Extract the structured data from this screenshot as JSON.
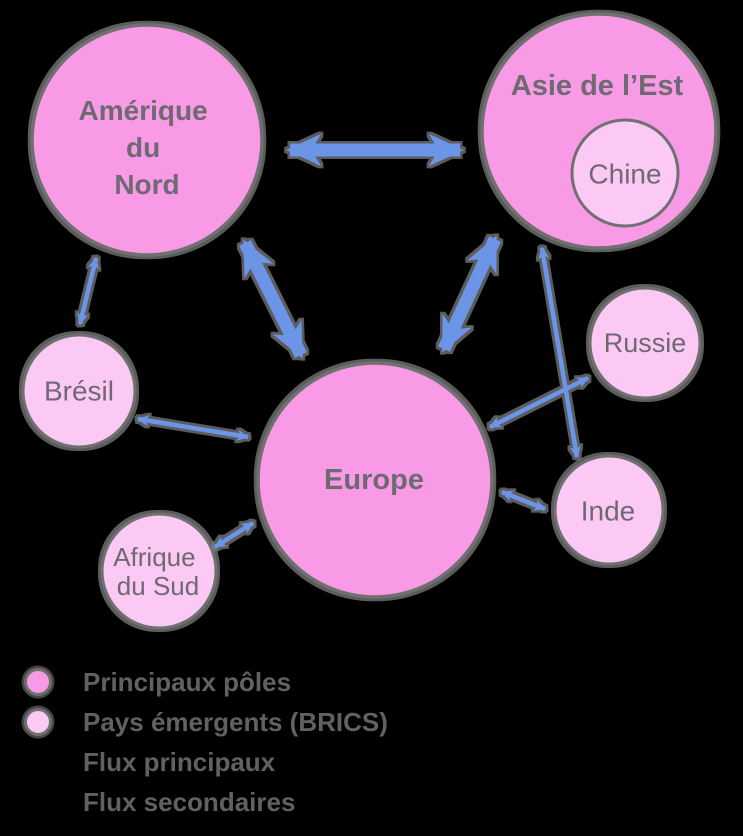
{
  "diagram": {
    "nodes": {
      "amerique_du_nord": {
        "label": "Amérique du Nord",
        "lines": [
          "Amérique",
          "du",
          "Nord"
        ],
        "category": "principal"
      },
      "asie_de_l_est": {
        "label": "Asie de l’Est",
        "category": "principal"
      },
      "chine": {
        "label": "Chine",
        "category": "emergent"
      },
      "europe": {
        "label": "Europe",
        "category": "principal"
      },
      "bresil": {
        "label": "Brésil",
        "category": "emergent"
      },
      "russie": {
        "label": "Russie",
        "category": "emergent"
      },
      "inde": {
        "label": "Inde",
        "category": "emergent"
      },
      "afrique_du_sud": {
        "label": "Afrique du Sud",
        "lines": [
          "Afrique",
          "du Sud"
        ],
        "category": "emergent"
      }
    },
    "edges": [
      {
        "from": "amerique_du_nord",
        "to": "asie_de_l_est",
        "type": "flux-principal"
      },
      {
        "from": "amerique_du_nord",
        "to": "europe",
        "type": "flux-principal"
      },
      {
        "from": "asie_de_l_est",
        "to": "europe",
        "type": "flux-principal"
      },
      {
        "from": "amerique_du_nord",
        "to": "bresil",
        "type": "flux-secondaire"
      },
      {
        "from": "bresil",
        "to": "europe",
        "type": "flux-secondaire"
      },
      {
        "from": "europe",
        "to": "afrique_du_sud",
        "type": "flux-secondaire"
      },
      {
        "from": "europe",
        "to": "inde",
        "type": "flux-secondaire"
      },
      {
        "from": "europe",
        "to": "russie",
        "type": "flux-secondaire"
      },
      {
        "from": "asie_de_l_est",
        "to": "inde",
        "type": "flux-secondaire"
      }
    ]
  },
  "legend": {
    "items": [
      {
        "marker": "principal-circle",
        "label": "Principaux pôles"
      },
      {
        "marker": "emergent-circle",
        "label": "Pays émergents (BRICS)"
      },
      {
        "marker": "thick-arrow",
        "label": "Flux principaux"
      },
      {
        "marker": "thin-arrow",
        "label": "Flux secondaires"
      }
    ]
  },
  "colors": {
    "background": "#000000",
    "principal_fill": "#f99ae6",
    "emergent_fill": "#fcc9f4",
    "circle_border": "#6f6f6f",
    "node_label": "#6e6a72",
    "arrow": "#6c95e8",
    "legend_text": "#616161"
  }
}
